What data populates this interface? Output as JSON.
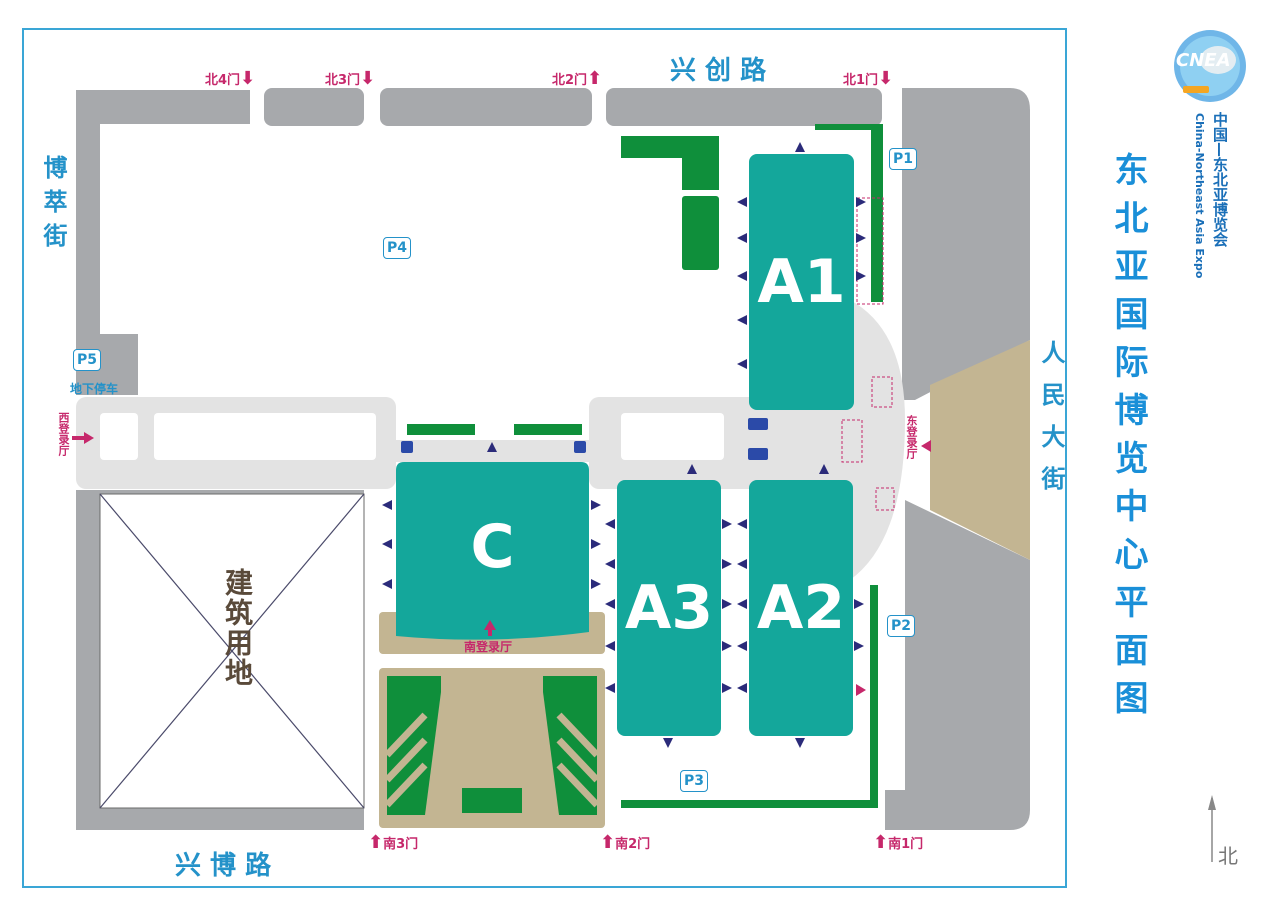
{
  "logo": {
    "text": "CNEA",
    "cn": "中国—东北亚博览会",
    "en": "China-Northeast Asia Expo"
  },
  "title": "东北亚国际博览中心平面图",
  "streets": {
    "north": "兴 创 路",
    "south": "兴 博 路",
    "west": "博萃街",
    "east": "人民大街"
  },
  "halls": {
    "a1": "A1",
    "a2": "A2",
    "a3": "A3",
    "c": "C"
  },
  "parking": {
    "p1": "P1",
    "p2": "P2",
    "p3": "P3",
    "p4": "P4",
    "p5": "P5",
    "p5_note": "地下停车"
  },
  "gates": {
    "n4": "北4门",
    "n3": "北3门",
    "n2": "北2门",
    "n1": "北1门",
    "s3": "南3门",
    "s2": "南2门",
    "s1": "南1门"
  },
  "halls_entry": {
    "west": "西登录厅",
    "south": "南登录厅",
    "east": "东登录厅"
  },
  "construction": "建筑用地",
  "north_label": "北",
  "colors": {
    "hall": "#14a79b",
    "road": "#a7a9ac",
    "green": "#0f8f3b",
    "beige": "#c3b592",
    "gate": "#c6286b",
    "accent": "#2492c9"
  }
}
